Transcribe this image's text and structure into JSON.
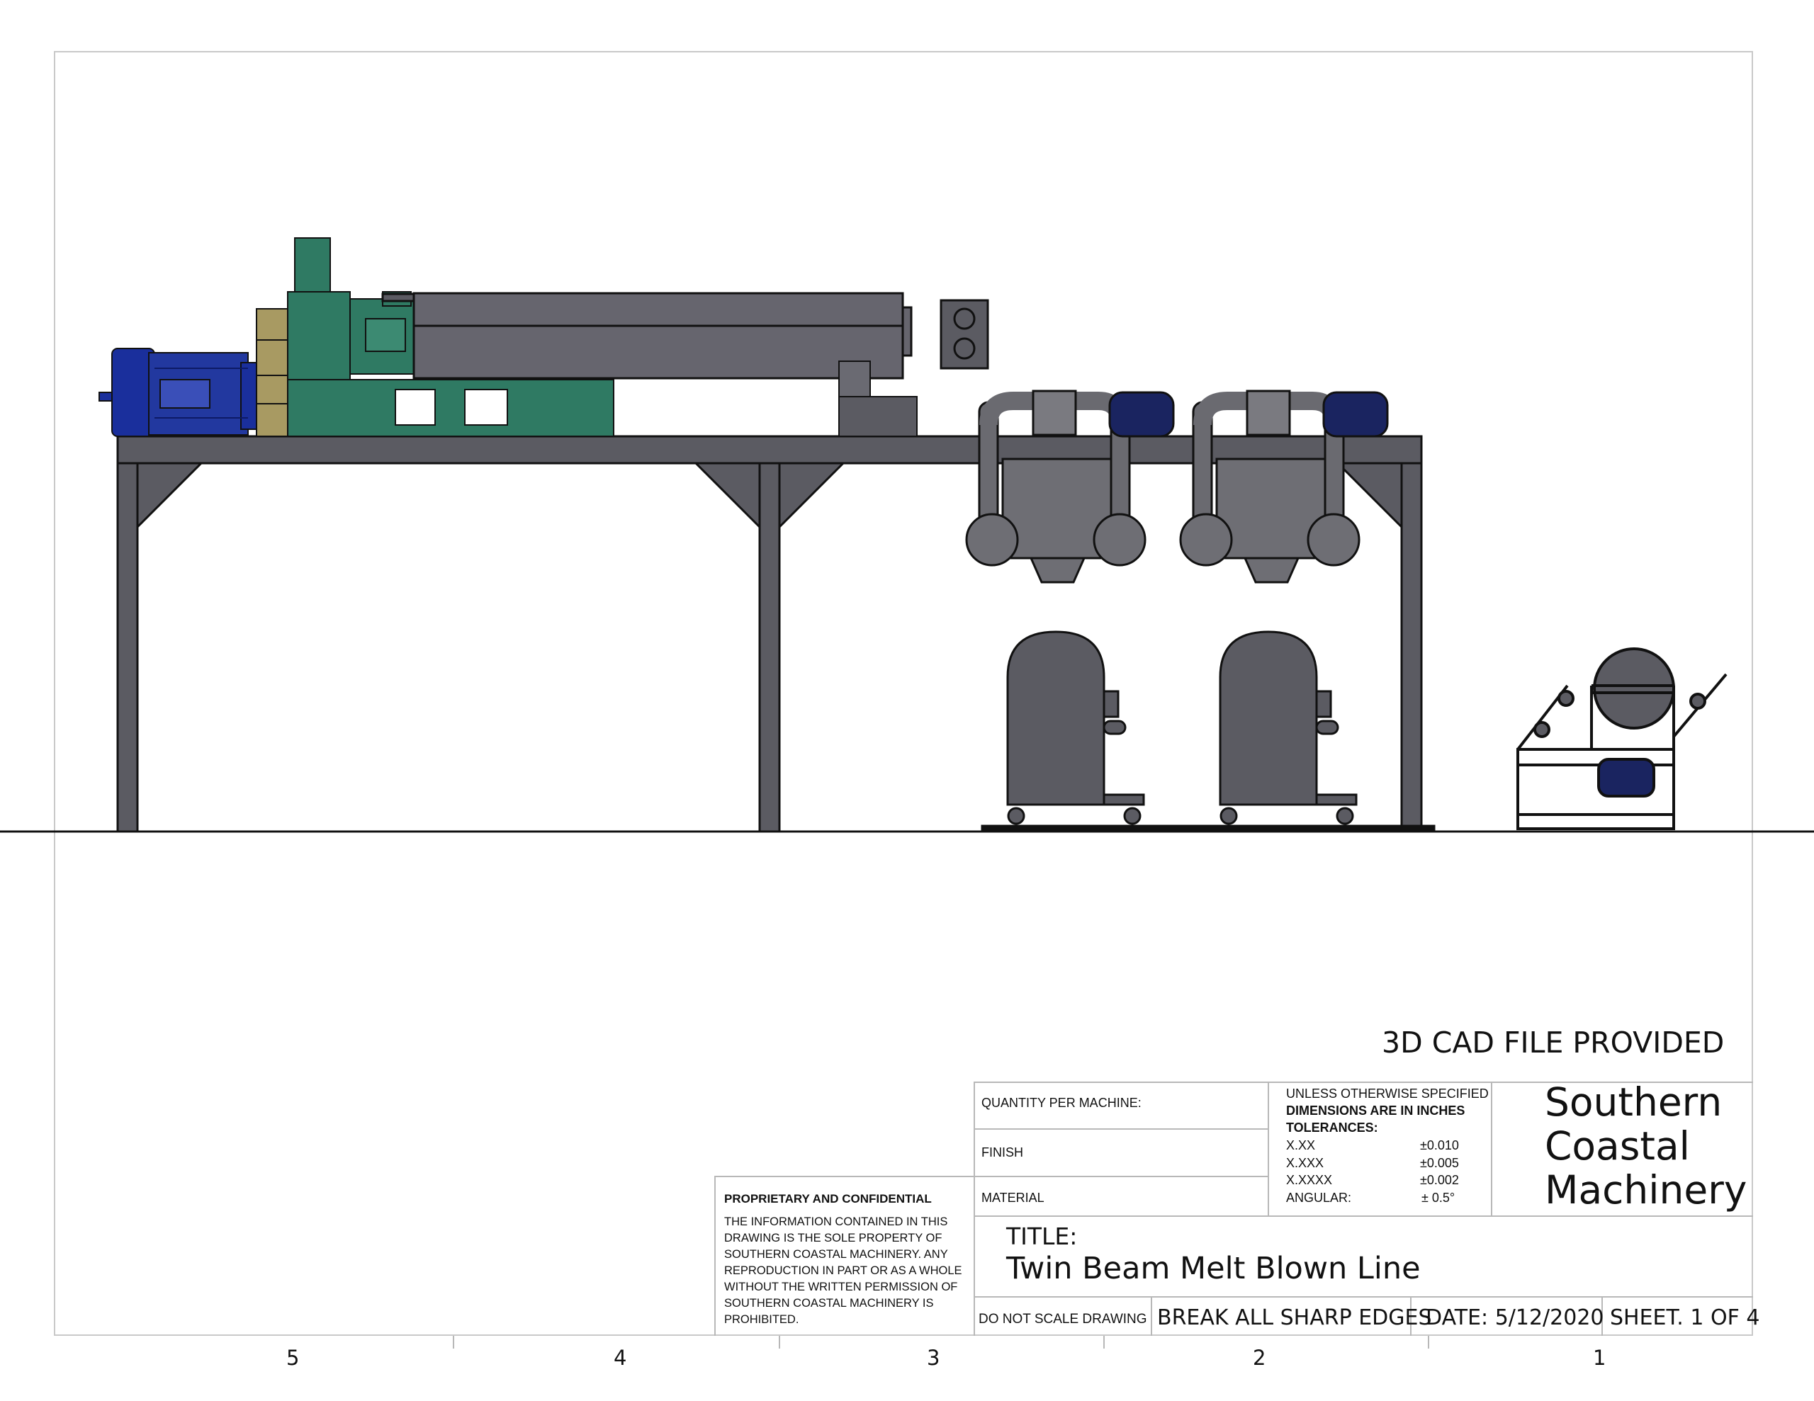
{
  "cad_note": "3D CAD FILE PROVIDED",
  "zones": [
    "5",
    "4",
    "3",
    "2",
    "1"
  ],
  "title_block": {
    "quantity_label": "QUANTITY PER MACHINE:",
    "finish_label": "FINISH",
    "material_label": "MATERIAL",
    "unless_specified": "UNLESS OTHERWISE SPECIFIED",
    "dimensions_note": "DIMENSIONS ARE IN INCHES",
    "tolerances_label": "TOLERANCES:",
    "tolerances": [
      {
        "format": "X.XX",
        "value": "±0.010"
      },
      {
        "format": "X.XXX",
        "value": "±0.005"
      },
      {
        "format": "X.XXXX",
        "value": "±0.002"
      },
      {
        "format": "ANGULAR:",
        "value": "± 0.5°"
      }
    ],
    "company_lines": [
      "Southern",
      "Coastal",
      "Machinery"
    ],
    "proprietary_heading": "PROPRIETARY AND CONFIDENTIAL",
    "proprietary_lines": [
      "THE INFORMATION CONTAINED IN THIS",
      "DRAWING IS THE SOLE PROPERTY OF",
      "SOUTHERN COASTAL MACHINERY.  ANY",
      "REPRODUCTION IN PART OR AS A WHOLE",
      "WITHOUT THE WRITTEN PERMISSION OF",
      "SOUTHERN COASTAL MACHINERY IS",
      "PROHIBITED."
    ],
    "title_label": "TITLE:",
    "title": "Twin Beam Melt Blown Line",
    "do_not_scale": "DO NOT SCALE DRAWING",
    "break_edges": "BREAK ALL SHARP EDGES",
    "date": "DATE: 5/12/2020",
    "sheet": "SHEET. 1 OF 4"
  },
  "colors": {
    "machine_gray": "#5b5b62",
    "frame_outline": "#111111",
    "extruder_green": "#2f7a63",
    "gearbox_tan": "#a89a62",
    "motor_blue": "#1a2f9c"
  }
}
